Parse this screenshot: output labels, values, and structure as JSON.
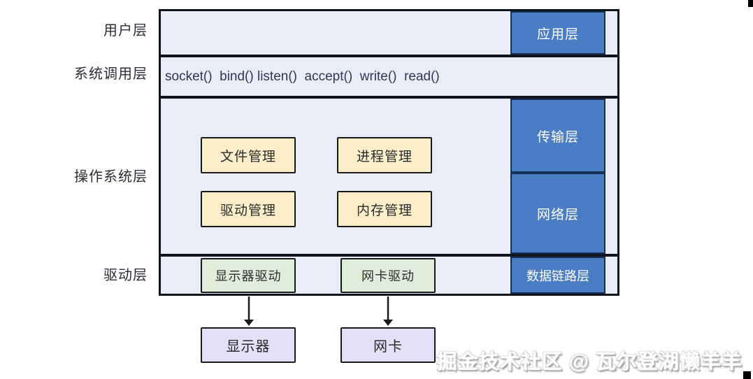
{
  "colors": {
    "row_background": "#e9edf7",
    "blue_fill": "#4a7dc4",
    "blue_border": "#182f54",
    "yellow_fill": "#fbeec9",
    "green_fill": "#dfeeda",
    "purple_fill": "#e4e0f8",
    "box_border": "#1a1a1a",
    "outer_border": "#10151d",
    "syscall_text": "#2c3950",
    "label_text": "#2a2d33"
  },
  "side_labels": {
    "user": "用户层",
    "syscall": "系统调用层",
    "os": "操作系统层",
    "driver": "驱动层"
  },
  "diagram": {
    "user_row": {
      "app_layer": "应用层"
    },
    "syscall_row": {
      "calls": "socket()  bind() listen()  accept()  write()  read()"
    },
    "os_row": {
      "file_mgmt": "文件管理",
      "process_mgmt": "进程管理",
      "driver_mgmt": "驱动管理",
      "memory_mgmt": "内存管理",
      "transport_layer": "传输层",
      "network_layer": "网络层"
    },
    "driver_row": {
      "display_driver": "显示器驱动",
      "nic_driver": "网卡驱动",
      "datalink_layer": "数据链路层"
    }
  },
  "devices": {
    "display": "显示器",
    "nic": "网卡"
  },
  "watermark": "掘金技术社区 @ 瓦尔登湖懒羊羊"
}
